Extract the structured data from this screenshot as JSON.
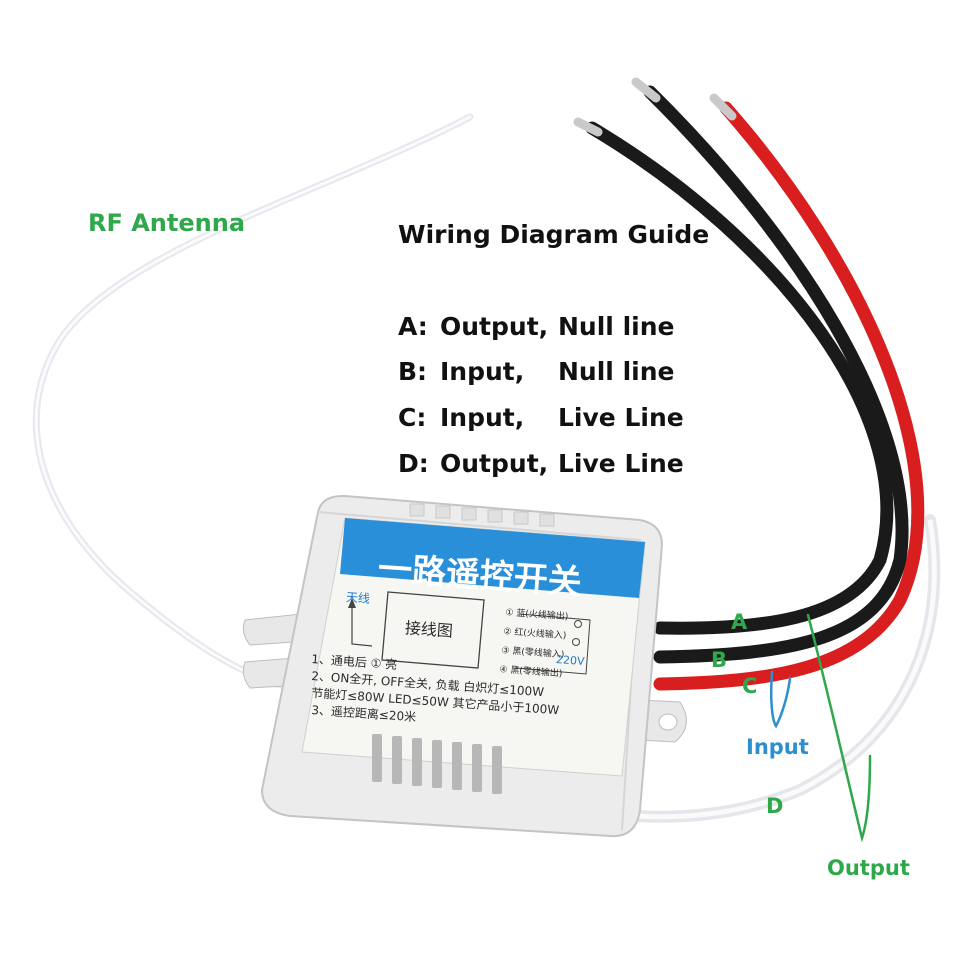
{
  "heading": "Wiring Diagram Guide",
  "wiring": [
    {
      "key": "A:",
      "io": "Output,",
      "line": "Null line"
    },
    {
      "key": "B:",
      "io": "Input,",
      "line": "Null line"
    },
    {
      "key": "C:",
      "io": "Input,",
      "line": "Live Line"
    },
    {
      "key": "D:",
      "io": "Output,",
      "line": "Live Line"
    }
  ],
  "antenna_label": "RF Antenna",
  "wire_tags": {
    "a": "A",
    "b": "B",
    "c": "C",
    "d": "D"
  },
  "input_label": "Input",
  "output_label": "Output",
  "device": {
    "title": "一路遥控开关",
    "antenna": "天线",
    "wiring_diagram": "接线图",
    "terminals": [
      "① 蓝(火线输出)",
      "② 红(火线输入)",
      "③ 黑(零线输入)",
      "④ 黑(零线输出)"
    ],
    "voltage": "220V",
    "notes": [
      "1、通电后 ① 亮",
      "2、ON全开, OFF全关, 负载 白炽灯≤100W",
      "节能灯≤80W LED≤50W 其它产品小于100W",
      "3、遥控距离≤20米"
    ]
  },
  "colors": {
    "annotation_green": "#2ea84a",
    "annotation_blue": "#2e8fcf",
    "wire_red": "#d81e1e",
    "wire_black": "#1a1a1a",
    "label_blue": "#2a8fd9"
  }
}
